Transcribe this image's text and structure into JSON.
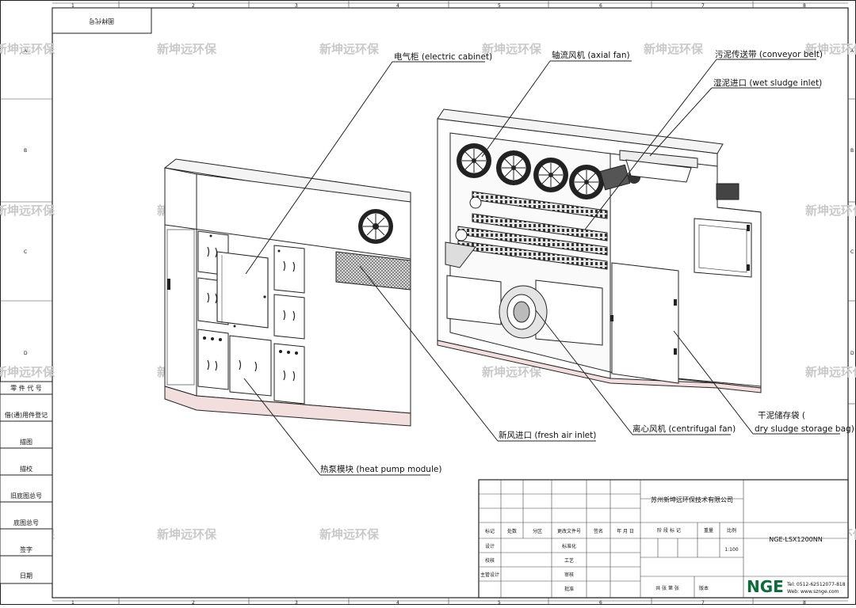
{
  "drawing": {
    "column_numbers": [
      "1",
      "2",
      "3",
      "4",
      "5",
      "6",
      "7",
      "8"
    ],
    "row_letters": [
      "A",
      "B",
      "C",
      "D"
    ],
    "top_tag": "图样代号",
    "watermark": "新坤远环保"
  },
  "callouts": {
    "electric_cabinet": "电气柜 (electric cabinet)",
    "axial_fan": "轴流风机 (axial fan)",
    "conveyor_belt": "污泥传送带 (conveyor belt)",
    "wet_sludge_inlet": "湿泥进口 (wet sludge inlet)",
    "fresh_air_inlet": "新风进口 (fresh air inlet)",
    "centrifugal_fan": "离心风机 (centrifugal fan)",
    "dry_sludge_bag_line1": "干泥储存袋 (",
    "dry_sludge_bag_line2": "dry sludge storage bag)",
    "heat_pump_module": "热泵模块 (heat pump module)"
  },
  "left_panel": {
    "part_code": "零 件 代 号",
    "reuse_register": "借(通)用件登记",
    "trace": "描图",
    "check_trace": "描校",
    "old_base_no": "旧底图总号",
    "base_no": "底图总号",
    "signature": "签字",
    "date": "日期"
  },
  "title_block": {
    "company": "苏州新坤远环保技术有限公司",
    "headers": [
      "标记",
      "处数",
      "分区",
      "更改文件号",
      "签名",
      "年 月 日"
    ],
    "design": "设计",
    "standardization": "标准化",
    "proofread": "校核",
    "process": "工艺",
    "chief_design": "主管设计",
    "review": "审核",
    "approve": "批准",
    "stage_mark": "阶 段 标 记",
    "weight": "重量",
    "scale": "比例",
    "scale_value": "1:100",
    "sheets": "共  张  第  张",
    "version": "版本",
    "drawing_no": "NGE-LSX1200NN",
    "logo": "NGE",
    "contact_tel": "Tel: 0512-62512077-818",
    "contact_web": "Web: www.szngе.com"
  }
}
